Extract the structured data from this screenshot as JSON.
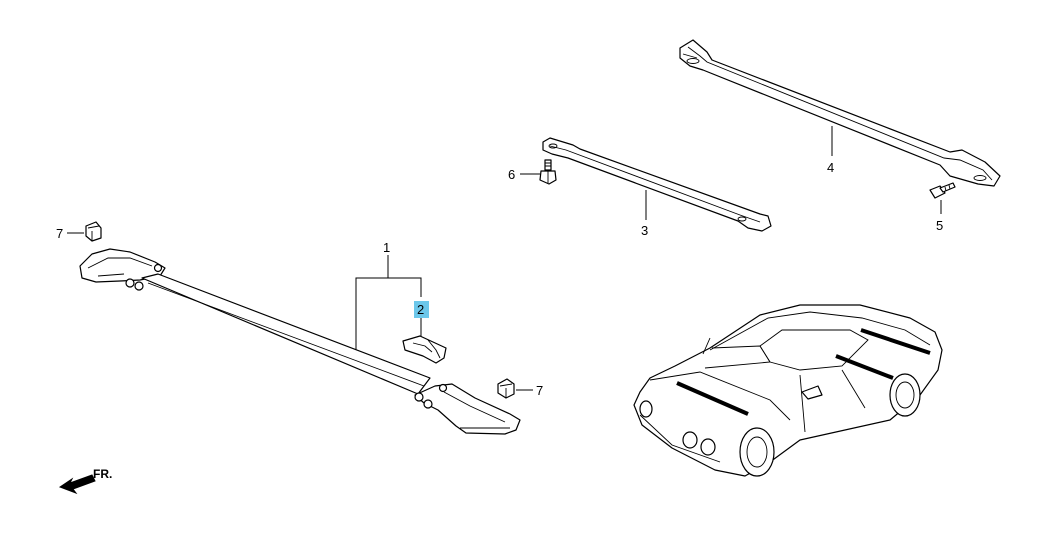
{
  "labels": {
    "p1": "1",
    "p2": "2",
    "p3": "3",
    "p4": "4",
    "p5": "5",
    "p6": "6",
    "p7a": "7",
    "p7b": "7"
  },
  "front_arrow": "FR.",
  "highlight_color": "#6cc7ea"
}
